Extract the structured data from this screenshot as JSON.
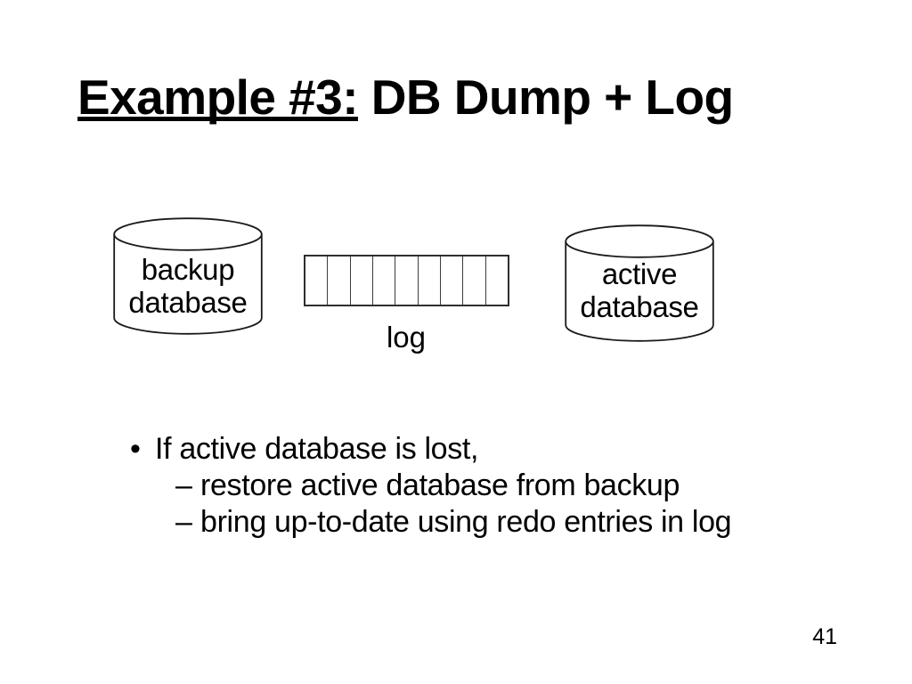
{
  "slide": {
    "title": {
      "underlined": "Example #3:",
      "rest": " DB Dump + Log"
    },
    "page_number": "41"
  },
  "diagram": {
    "backup_db": {
      "line1": "backup",
      "line2": "database"
    },
    "active_db": {
      "line1": "active",
      "line2": "database"
    },
    "log": {
      "label": "log",
      "cells": 9
    }
  },
  "bullets": {
    "items": [
      {
        "marker": "•",
        "text": "If active database is lost,",
        "level": 1
      },
      {
        "marker": "–",
        "text": "restore active database from backup",
        "level": 2
      },
      {
        "marker": "–",
        "text": "bring up-to-date using redo entries in log",
        "level": 2
      }
    ]
  },
  "colors": {
    "background": "#ffffff",
    "text": "#000000",
    "shape_stroke": "#1a1a1a",
    "grid_line": "#3c3c3c"
  }
}
